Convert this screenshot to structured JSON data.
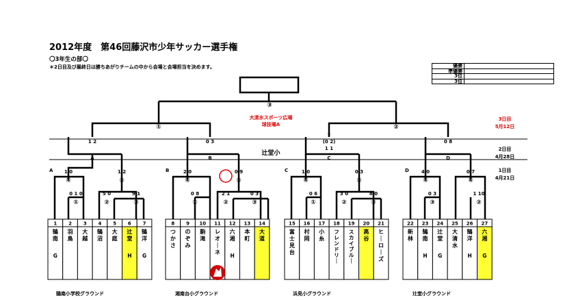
{
  "header": {
    "title": "2012年度　第46回藤沢市少年サッカー選手権",
    "subtitle": "〇3年生の部〇",
    "note": "＊2日目及び最終日は勝ちあがりチームの中から会場と会場担当を決めます。"
  },
  "results": [
    {
      "label": "優勝",
      "value": ""
    },
    {
      "label": "準優勝",
      "value": ""
    },
    {
      "label": "3位",
      "value": ""
    },
    {
      "label": "3位",
      "value": ""
    }
  ],
  "venues": {
    "final_line1": "大清水スポーツ広場",
    "final_line2": "球技場A",
    "day2": "辻堂小",
    "ground_a": "鵠南小学校グラウンド",
    "ground_b": "湘南台小グラウンド",
    "ground_c": "浜見小グラウンド",
    "ground_d": "辻堂小グラウンド"
  },
  "days": {
    "day3": "3日目",
    "day3_date": "5月12日",
    "day2": "2日目",
    "day2_date": "4月28日",
    "day1": "1日目",
    "day1_date": "4月21日"
  },
  "games": {
    "final": "③",
    "semi1": "①",
    "semi2": "②",
    "semi1_score": "1  2",
    "semi1_score_b": "0  3",
    "semi2_score_a": "(0  2)",
    "semi2_score_b": "1  1",
    "semi2_star": "☆",
    "semi2_score_c": "0  8",
    "qf_a": "A",
    "qf_b": "B",
    "qf_c": "C",
    "qf_d": "D",
    "a_r1": "1  0",
    "a_r1_b": "1  2",
    "b_r1": "2  0",
    "b_r1_b": "0  9",
    "c_r1": "1  0",
    "c_r1_b": "0  3",
    "d_r1": "4  0",
    "d_r1_b": "0  7",
    "a_sub1": "0  1  0",
    "a_sub2": "5  0",
    "a_sub3": "9  1",
    "b_sub1": "0  8",
    "b_sub2": "2  1",
    "b_sub3": "0  3",
    "c_sub1": "0  6",
    "c_sub2": "3  0",
    "c_sub3": "8  0",
    "d_sub1": "0  3",
    "d_sub2": "1  10",
    "r4": "④",
    "r5": "⑤",
    "r1": "①",
    "r2": "②",
    "r3": "③"
  },
  "teams": [
    {
      "num": "1",
      "name": "鵠南",
      "tag": "G",
      "highlight": false
    },
    {
      "num": "2",
      "name": "羽鳥",
      "tag": "",
      "highlight": false
    },
    {
      "num": "3",
      "name": "大越",
      "tag": "",
      "highlight": false
    },
    {
      "num": "4",
      "name": "鵠沼",
      "tag": "",
      "highlight": false
    },
    {
      "num": "5",
      "name": "大庭",
      "tag": "",
      "highlight": false
    },
    {
      "num": "6",
      "name": "辻堂",
      "tag": "H",
      "highlight": true
    },
    {
      "num": "7",
      "name": "鵠洋",
      "tag": "G",
      "highlight": false
    },
    {
      "num": "8",
      "name": "つかさ",
      "tag": "",
      "highlight": false
    },
    {
      "num": "9",
      "name": "のぞみ",
      "tag": "",
      "highlight": false
    },
    {
      "num": "10",
      "name": "駒滝",
      "tag": "",
      "highlight": false
    },
    {
      "num": "11",
      "name": "レオーネ",
      "tag": "",
      "highlight": false
    },
    {
      "num": "12",
      "name": "六湘",
      "tag": "H",
      "highlight": false
    },
    {
      "num": "13",
      "name": "本町",
      "tag": "",
      "highlight": false
    },
    {
      "num": "14",
      "name": "大道",
      "tag": "",
      "highlight": true
    },
    {
      "num": "15",
      "name": "富士見台",
      "tag": "",
      "highlight": false
    },
    {
      "num": "16",
      "name": "村岡",
      "tag": "",
      "highlight": false
    },
    {
      "num": "17",
      "name": "小糸",
      "tag": "",
      "highlight": false
    },
    {
      "num": "18",
      "name": "フレンドリー",
      "tag": "",
      "highlight": false
    },
    {
      "num": "19",
      "name": "スカイブルー",
      "tag": "",
      "highlight": false
    },
    {
      "num": "20",
      "name": "高谷",
      "tag": "",
      "highlight": true
    },
    {
      "num": "21",
      "name": "ヒーローズ",
      "tag": "",
      "highlight": false
    },
    {
      "num": "22",
      "name": "新林",
      "tag": "",
      "highlight": false
    },
    {
      "num": "23",
      "name": "鵠南",
      "tag": "H",
      "highlight": false
    },
    {
      "num": "24",
      "name": "辻堂",
      "tag": "G",
      "highlight": false
    },
    {
      "num": "25",
      "name": "大清水",
      "tag": "",
      "highlight": false
    },
    {
      "num": "26",
      "name": "鵠洋",
      "tag": "H",
      "highlight": false
    },
    {
      "num": "27",
      "name": "六湘",
      "tag": "G",
      "highlight": true
    }
  ],
  "colors": {
    "highlight": "#ffff33",
    "red": "#e00000"
  }
}
